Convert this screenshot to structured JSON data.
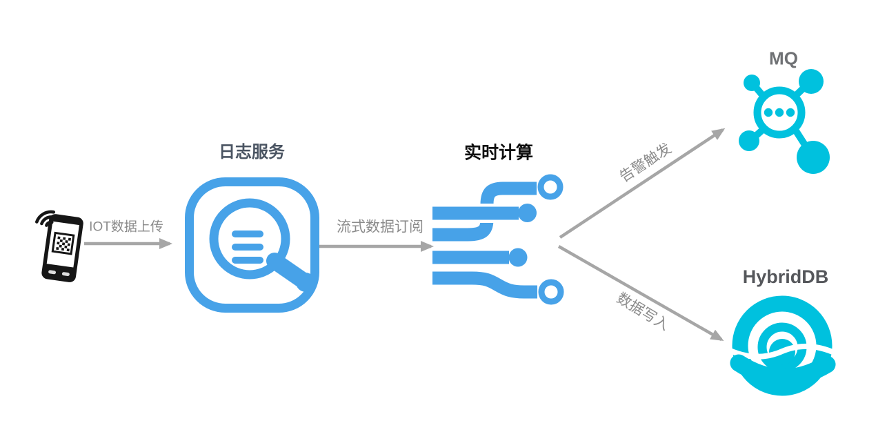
{
  "diagram": {
    "nodes": [
      {
        "id": "iot-device",
        "label": "",
        "icon": "smartphone-qr-wifi-icon"
      },
      {
        "id": "log-service",
        "label": "日志服务",
        "icon": "log-service-magnifier-icon"
      },
      {
        "id": "stream-compute",
        "label": "实时计算",
        "icon": "stream-compute-circuit-icon"
      },
      {
        "id": "mq",
        "label": "MQ",
        "icon": "mq-molecule-icon"
      },
      {
        "id": "hybriddb",
        "label": "HybridDB",
        "icon": "hybriddb-rings-icon"
      }
    ],
    "edges": [
      {
        "from": "iot-device",
        "to": "log-service",
        "label": "IOT数据上传"
      },
      {
        "from": "log-service",
        "to": "stream-compute",
        "label": "流式数据订阅"
      },
      {
        "from": "stream-compute",
        "to": "mq",
        "label": "告警触发"
      },
      {
        "from": "stream-compute",
        "to": "hybriddb",
        "label": "数据写入"
      }
    ]
  },
  "colors": {
    "blue": "#47a2e8",
    "cyan": "#00c1de",
    "arrow-gray": "#a6a6a6",
    "edge-label-gray": "#8b8b8b",
    "slate-title": "#4a5462",
    "black-title": "#0f0f0f",
    "mq-title": "#6f7174",
    "hybriddb-title": "#55575b",
    "ink": "#161616"
  }
}
